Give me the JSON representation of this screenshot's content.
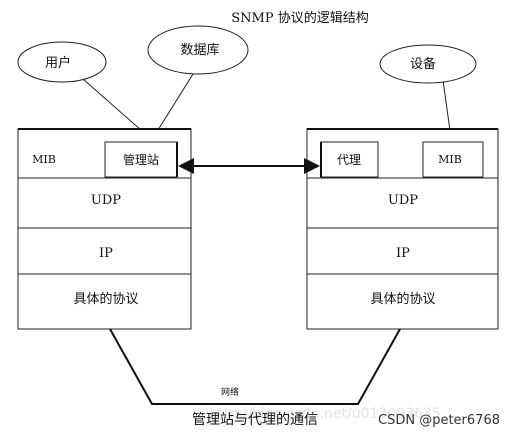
{
  "title": "SNMP 协议的逻辑结构",
  "ellipses": {
    "user": "用户",
    "database": "数据库",
    "device": "设备"
  },
  "left_stack": {
    "mib": "MIB",
    "manager": "管理站",
    "udp": "UDP",
    "ip": "IP",
    "protocol": "具体的协议"
  },
  "right_stack": {
    "agent": "代理",
    "mib": "MIB",
    "udp": "UDP",
    "ip": "IP",
    "protocol": "具体的协议"
  },
  "network_label": "网络",
  "caption": "管理站与代理的通信",
  "watermark": "CSDN @peter6768",
  "faint_watermark": "http://blog.csdn.net/u013093635"
}
